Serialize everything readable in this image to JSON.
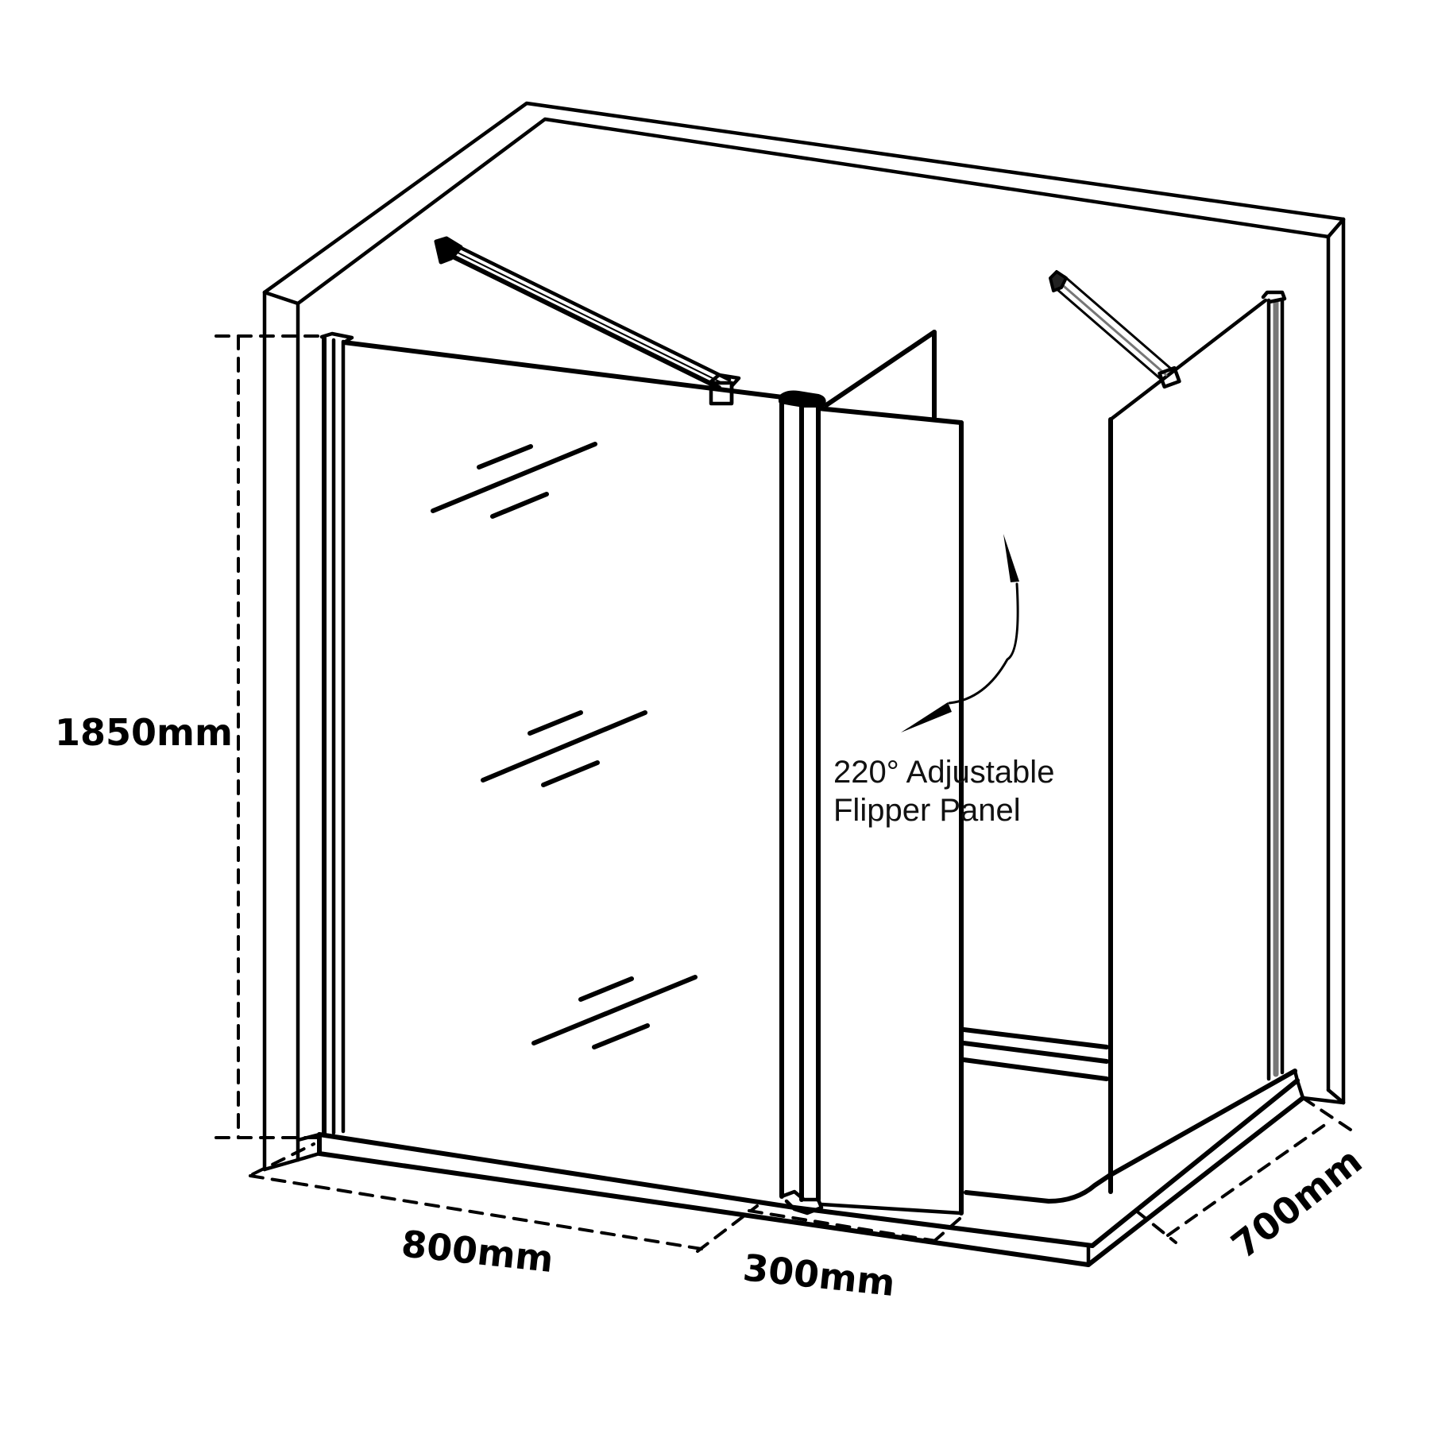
{
  "diagram": {
    "subject": "Walk-in shower enclosure with flipper panel",
    "colors": {
      "line": "#000000",
      "background": "#ffffff",
      "secondary_line": "#777777"
    },
    "dimensions": {
      "height": "1850mm",
      "main_panel_width": "800mm",
      "flipper_panel_width": "300mm",
      "side_panel_depth": "700mm"
    },
    "callouts": {
      "flipper_line1": "220° Adjustable",
      "flipper_line2": "Flipper Panel"
    },
    "components": [
      "wall-frame",
      "main-glass-panel",
      "flipper-panel",
      "side-glass-panel",
      "wall-support-arm-left",
      "wall-support-arm-right",
      "shower-tray",
      "rotation-arrow"
    ]
  }
}
